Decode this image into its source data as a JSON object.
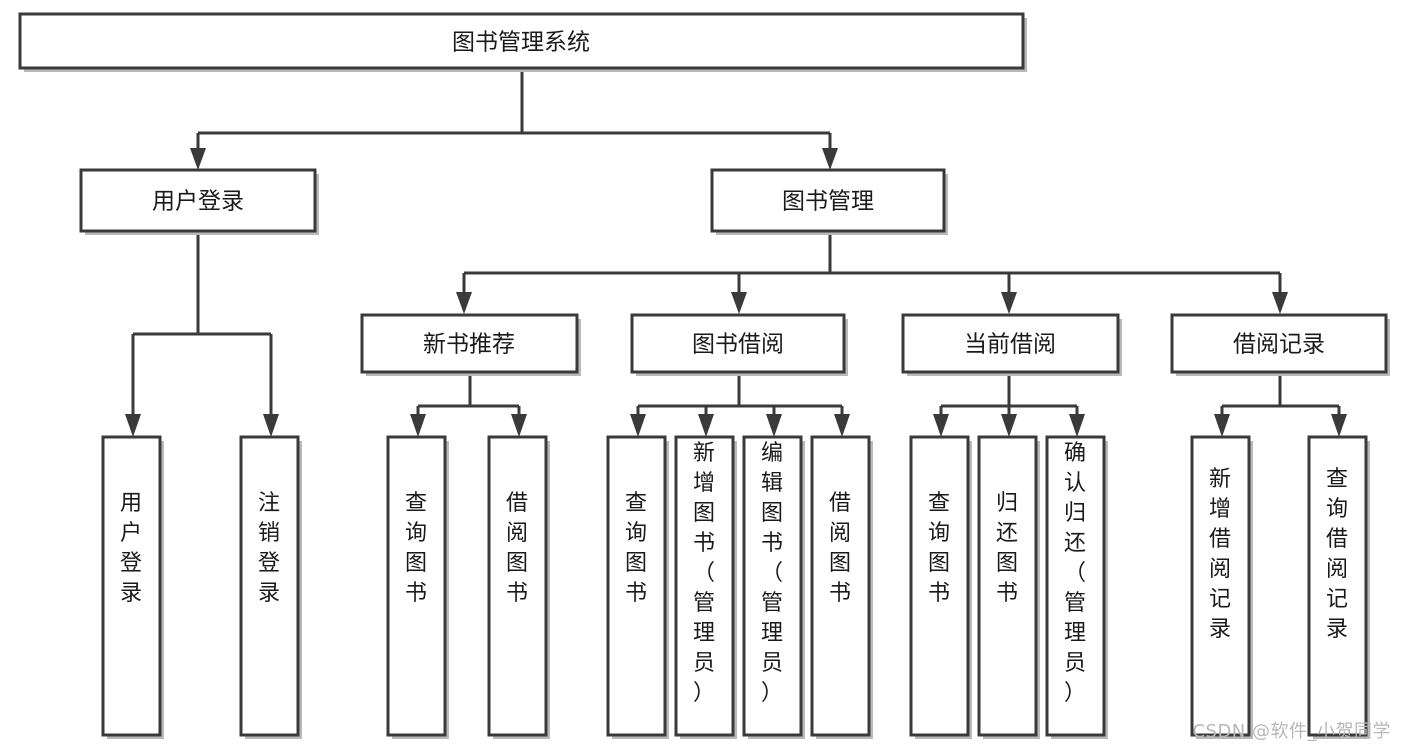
{
  "diagram": {
    "title": "图书管理系统",
    "type": "tree-hierarchy",
    "watermark": "CSDN @软件_小贺同学",
    "root": {
      "id": "root",
      "label": "图书管理系统",
      "orientation": "horizontal"
    },
    "level2": [
      {
        "id": "user-login",
        "label": "用户登录",
        "orientation": "horizontal"
      },
      {
        "id": "book-manage",
        "label": "图书管理",
        "orientation": "horizontal"
      }
    ],
    "level3": [
      {
        "id": "new-book-recommend",
        "label": "新书推荐",
        "parent": "book-manage",
        "orientation": "horizontal"
      },
      {
        "id": "book-borrow",
        "label": "图书借阅",
        "parent": "book-manage",
        "orientation": "horizontal"
      },
      {
        "id": "current-borrow",
        "label": "当前借阅",
        "parent": "book-manage",
        "orientation": "horizontal"
      },
      {
        "id": "borrow-record",
        "label": "借阅记录",
        "parent": "book-manage",
        "orientation": "horizontal"
      }
    ],
    "leaves": [
      {
        "id": "leaf-user-login",
        "label": "用户登录",
        "parent": "user-login",
        "orientation": "vertical"
      },
      {
        "id": "leaf-user-logout",
        "label": "注销登录",
        "parent": "user-login",
        "orientation": "vertical"
      },
      {
        "id": "leaf-query-book-1",
        "label": "查询图书",
        "parent": "new-book-recommend",
        "orientation": "vertical"
      },
      {
        "id": "leaf-borrow-book-1",
        "label": "借阅图书",
        "parent": "new-book-recommend",
        "orientation": "vertical"
      },
      {
        "id": "leaf-query-book-2",
        "label": "查询图书",
        "parent": "book-borrow",
        "orientation": "vertical"
      },
      {
        "id": "leaf-add-book",
        "label": "新增图书（管理员）",
        "parent": "book-borrow",
        "orientation": "vertical"
      },
      {
        "id": "leaf-edit-book",
        "label": "编辑图书（管理员）",
        "parent": "book-borrow",
        "orientation": "vertical"
      },
      {
        "id": "leaf-borrow-book-2",
        "label": "借阅图书",
        "parent": "book-borrow",
        "orientation": "vertical"
      },
      {
        "id": "leaf-query-book-3",
        "label": "查询图书",
        "parent": "current-borrow",
        "orientation": "vertical"
      },
      {
        "id": "leaf-return-book",
        "label": "归还图书",
        "parent": "current-borrow",
        "orientation": "vertical"
      },
      {
        "id": "leaf-confirm-return",
        "label": "确认归还（管理员）",
        "parent": "current-borrow",
        "orientation": "vertical"
      },
      {
        "id": "leaf-add-record",
        "label": "新增借阅记录",
        "parent": "borrow-record",
        "orientation": "vertical"
      },
      {
        "id": "leaf-query-record",
        "label": "查询借阅记录",
        "parent": "borrow-record",
        "orientation": "vertical"
      }
    ],
    "colors": {
      "box_fill": "#ffffff",
      "box_stroke": "#3a3a3a",
      "text": "#1a1a1a",
      "watermark": "#b7b7b7",
      "background": "#ffffff"
    }
  }
}
